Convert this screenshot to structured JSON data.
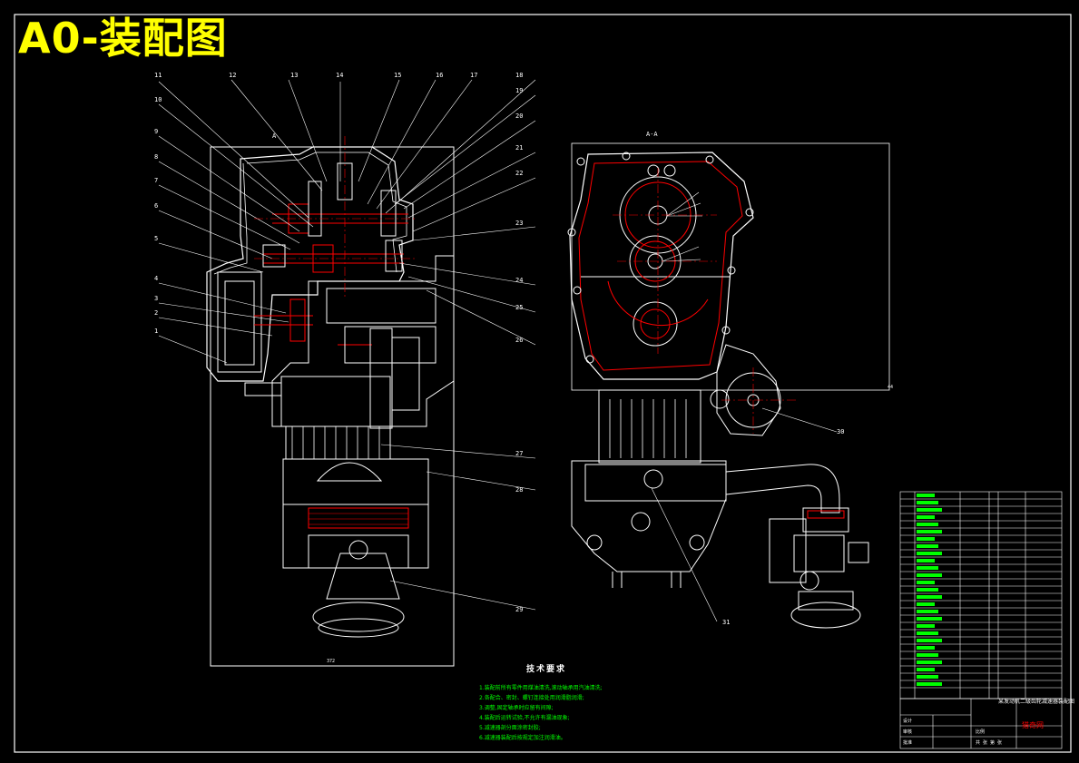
{
  "drawing": {
    "title": "A0-装配图",
    "left_view_label": "A",
    "right_view_label": "A-A",
    "left_dimension": "372",
    "right_dimension": "44",
    "balloons_left": [
      "11",
      "12",
      "13",
      "14",
      "15",
      "16",
      "17",
      "18",
      "10",
      "19",
      "9",
      "20",
      "8",
      "21",
      "7",
      "22",
      "6",
      "23",
      "5",
      "24",
      "4",
      "25",
      "3",
      "26",
      "2",
      "1",
      "27",
      "28",
      "29"
    ],
    "balloons_right": [
      "30",
      "31"
    ]
  },
  "tech_requirements": {
    "title": "技术要求",
    "lines": [
      "1.装配前所有零件用煤油清洗,滚动轴承用汽油清洗;",
      "2.各配合、密封、螺钉连接处用润滑脂润滑;",
      "3.调整,固定轴承时应留有间隙;",
      "4.装配后运转试验,不允许有漏油现象;",
      "5.减速器剖分面涂密封胶;",
      "6.减速器装配后按规定加注润滑油。"
    ]
  },
  "title_block": {
    "company": "猎奇网",
    "drawing_name": "某发动机二级齿轮减速器装配图",
    "scale_label": "比例",
    "sheet_label": "共 张 第 张",
    "designer_label": "设计",
    "checker_label": "审核",
    "approver_label": "批准"
  },
  "colors": {
    "line": "#ffffff",
    "section": "#ff0000",
    "center": "#ff0000",
    "title": "#ffff00",
    "note": "#00ff00"
  }
}
